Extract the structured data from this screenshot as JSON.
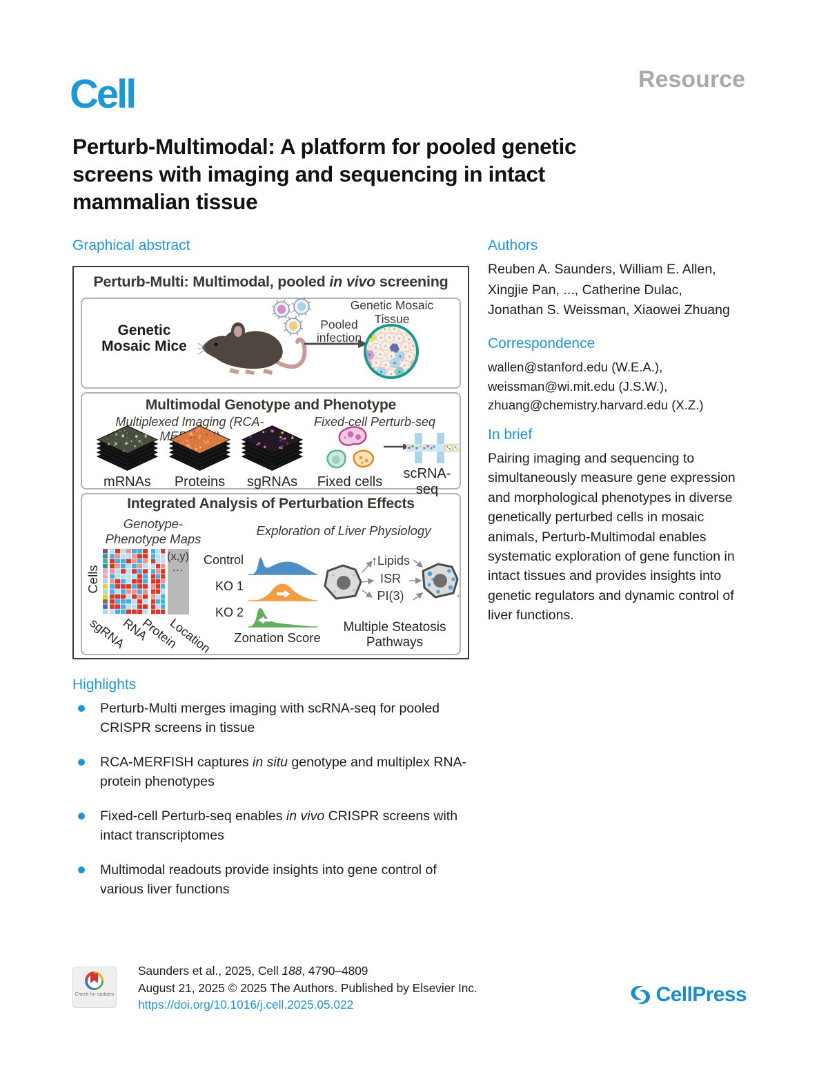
{
  "colors": {
    "accent_blue": "#2196d5",
    "logo_blue": "#1e97d4",
    "resource_gray": "#a7a9ac",
    "link_blue": "#2193d1",
    "cellpress_blue": "#1b8dcb"
  },
  "header": {
    "journal_logo": "Cell",
    "article_type": "Resource"
  },
  "title_lines": [
    "Perturb-Multimodal: A platform for pooled genetic",
    "screens with imaging and sequencing in intact",
    "mammalian tissue"
  ],
  "graphical_abstract": {
    "heading": "Graphical abstract"
  },
  "authors": {
    "heading": "Authors",
    "lines": [
      "Reuben A. Saunders, William E. Allen,",
      "Xingjie Pan, ..., Catherine Dulac,",
      "Jonathan S. Weissman, Xiaowei Zhuang"
    ]
  },
  "correspondence": {
    "heading": "Correspondence",
    "emails": [
      "wallen@stanford.edu (W.E.A.),",
      "weissman@wi.mit.edu (J.S.W.),",
      "zhuang@chemistry.harvard.edu (X.Z.)"
    ]
  },
  "in_brief": {
    "heading": "In brief",
    "text": "Pairing imaging and sequencing to simultaneously measure gene expression and morphological phenotypes in diverse genetically perturbed cells in mosaic animals, Perturb-Multimodal enables systematic exploration of gene function in intact tissues and provides insights into genetic regulators and dynamic control of liver functions."
  },
  "highlights": {
    "heading": "Highlights",
    "items": [
      {
        "pre": "Perturb-Multi merges imaging with scRNA-seq for pooled CRISPR screens in tissue",
        "em": "",
        "post": ""
      },
      {
        "pre": "RCA-MERFISH captures ",
        "em": "in situ",
        "post": " genotype and multiplex RNA-protein phenotypes"
      },
      {
        "pre": "Fixed-cell Perturb-seq enables ",
        "em": "in vivo",
        "post": " CRISPR screens with intact transcriptomes"
      },
      {
        "pre": "Multimodal readouts provide insights into gene control of various liver functions",
        "em": "",
        "post": ""
      }
    ]
  },
  "figure": {
    "banner": {
      "pre": "Perturb-Multi: Multimodal, pooled ",
      "em": "in vivo",
      "post": " screening"
    },
    "panel1": {
      "mice_label": "Genetic Mosaic Mice",
      "infection_label": "Pooled infection",
      "tissue_label": "Genetic Mosaic Tissue"
    },
    "panel2": {
      "title": "Multimodal Genotype and Phenotype",
      "imaging_subtitle": "Multiplexed Imaging (RCA-MERFISH)",
      "perturbseq_subtitle": "Fixed-cell Perturb-seq",
      "stack_labels": [
        "mRNAs",
        "Proteins",
        "sgRNAs"
      ],
      "fixed_cells_label": "Fixed cells",
      "scrnaseq_label": "scRNA-seq"
    },
    "panel3": {
      "title": "Integrated Analysis of Perturbation Effects",
      "maps_subtitle": "Genotype-Phenotype Maps",
      "liver_subtitle": "Exploration of Liver Physiology",
      "cells_axis": "Cells",
      "matrix_labels": [
        "sgRNA",
        "RNA",
        "Protein",
        "Location"
      ],
      "location_xy": "(x,y)",
      "location_dots": "...",
      "density_labels": [
        "Control",
        "KO 1",
        "KO 2"
      ],
      "density_axis": "Zonation Score",
      "pathway_items": [
        "↑Lipids",
        "ISR",
        "PI(3)"
      ],
      "pathway_caption": "Multiple Steatosis Pathways"
    }
  },
  "footer": {
    "citation": {
      "pre": "Saunders et al., 2025, Cell ",
      "em": "188",
      "post": ", 4790–4809"
    },
    "publication": "August 21, 2025 © 2025 The Authors. Published by Elsevier Inc.",
    "doi": "https://doi.org/10.1016/j.cell.2025.05.022",
    "badge": "Check for updates",
    "publisher": "CellPress"
  }
}
